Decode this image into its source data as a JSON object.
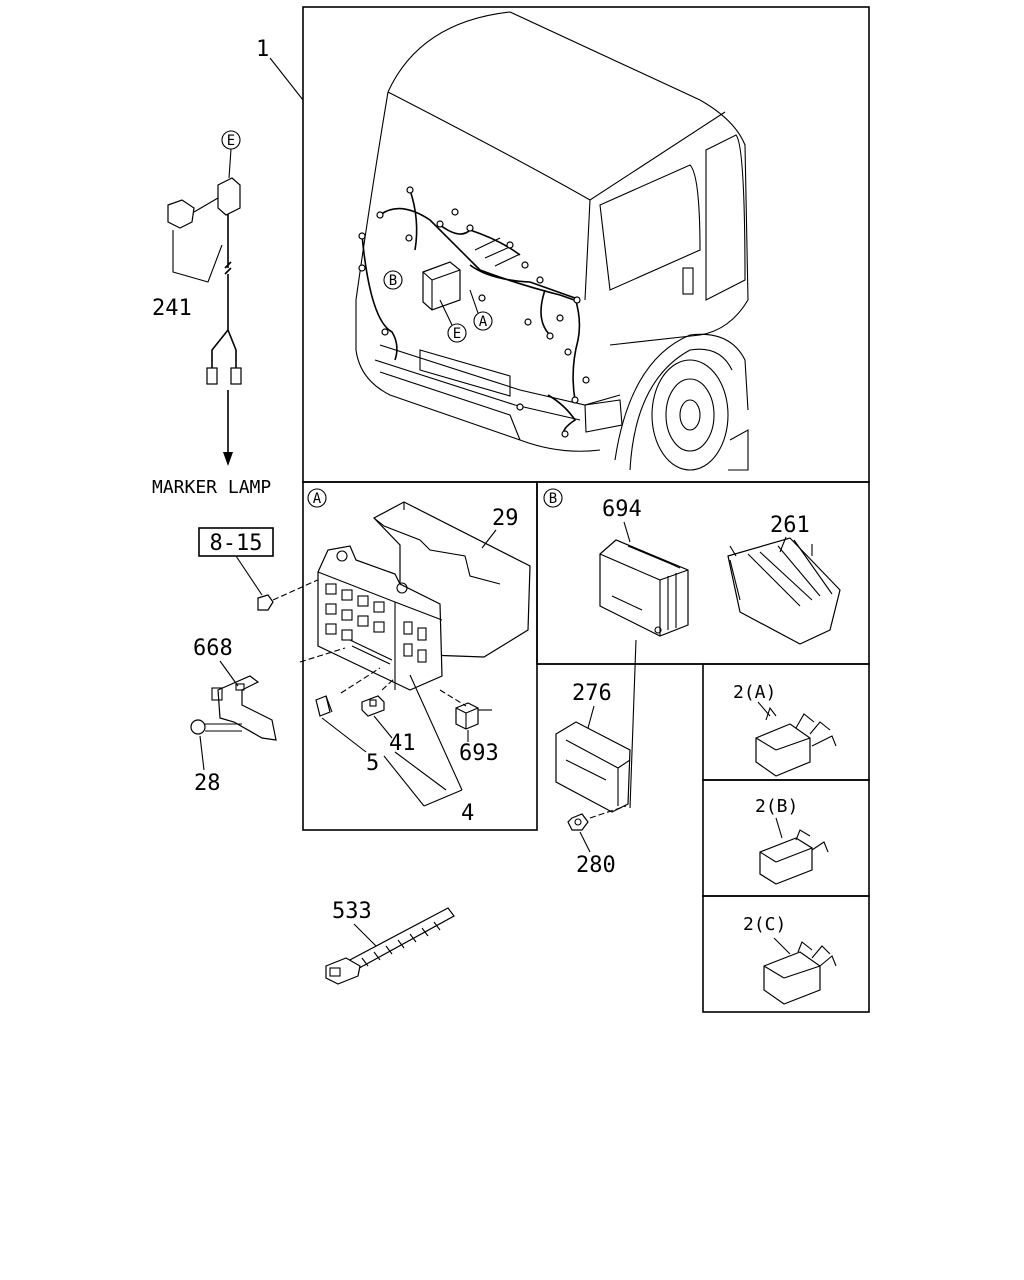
{
  "callouts": {
    "harness": "1",
    "marker_harness": "241",
    "marker_lamp": "MARKER LAMP",
    "ref_page": "8-15",
    "bracket_668": "668",
    "bolt_28": "28",
    "cover_29": "29",
    "fuse_box_4": "4",
    "fuse_5": "5",
    "fuse_41": "41",
    "relay_693": "693",
    "module_694": "694",
    "cover_261": "261",
    "module_276": "276",
    "nut_280": "280",
    "tie_533": "533",
    "relay_2a": "2(A)",
    "relay_2b": "2(B)",
    "relay_2c": "2(C)"
  },
  "detail_markers": {
    "a": "A",
    "b": "B",
    "e": "E"
  }
}
